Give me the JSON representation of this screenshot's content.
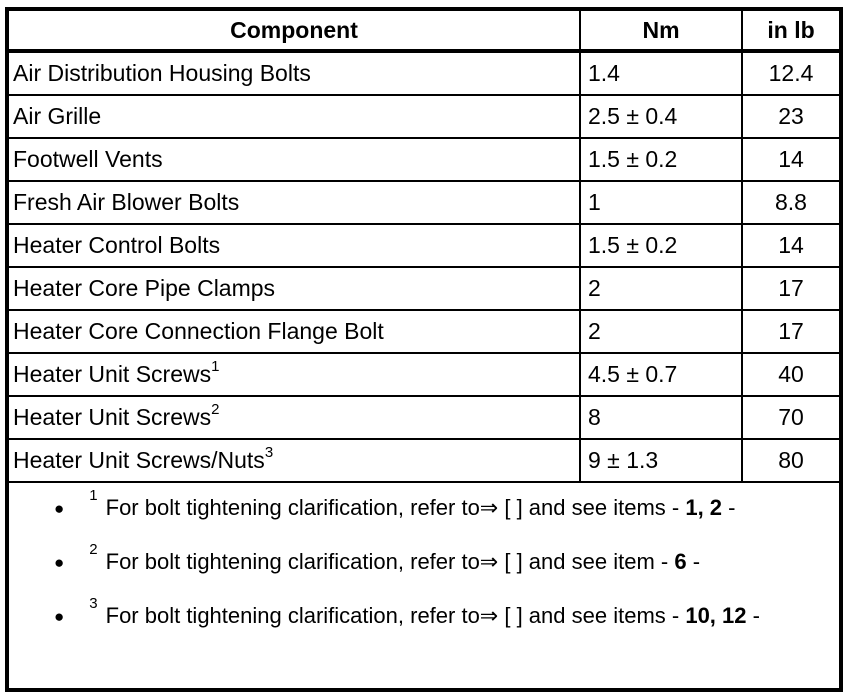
{
  "table": {
    "headers": {
      "component": "Component",
      "nm": "Nm",
      "inlb": "in lb"
    },
    "rows": [
      {
        "component": "Air Distribution Housing Bolts",
        "sup": "",
        "nm": "1.4",
        "inlb": "12.4"
      },
      {
        "component": "Air Grille",
        "sup": "",
        "nm": "2.5 ± 0.4",
        "inlb": "23"
      },
      {
        "component": "Footwell Vents",
        "sup": "",
        "nm": "1.5 ± 0.2",
        "inlb": "14"
      },
      {
        "component": "Fresh Air Blower Bolts",
        "sup": "",
        "nm": "1",
        "inlb": "8.8"
      },
      {
        "component": "Heater Control Bolts",
        "sup": "",
        "nm": "1.5 ± 0.2",
        "inlb": "14"
      },
      {
        "component": "Heater Core Pipe Clamps",
        "sup": "",
        "nm": "2",
        "inlb": "17"
      },
      {
        "component": "Heater Core Connection Flange Bolt",
        "sup": "",
        "nm": "2",
        "inlb": "17"
      },
      {
        "component": "Heater Unit Screws",
        "sup": "1",
        "nm": "4.5 ± 0.7",
        "inlb": "40"
      },
      {
        "component": "Heater Unit Screws",
        "sup": "2",
        "nm": "8",
        "inlb": "70"
      },
      {
        "component": "Heater Unit Screws/Nuts",
        "sup": "3",
        "nm": "9 ± 1.3",
        "inlb": "80"
      }
    ]
  },
  "footnotes": [
    {
      "bullet": "●",
      "sup": "1",
      "prefix": "For bolt tightening clarification, refer to⇒ [ ] and see items - ",
      "bold": "1, 2",
      "suffix": " -"
    },
    {
      "bullet": "●",
      "sup": "2",
      "prefix": "For bolt tightening clarification, refer to⇒ [ ] and see item - ",
      "bold": "6",
      "suffix": " -"
    },
    {
      "bullet": "●",
      "sup": "3",
      "prefix": "For bolt tightening clarification, refer to⇒ [ ] and see items - ",
      "bold": "10, 12",
      "suffix": " -"
    }
  ],
  "colors": {
    "border": "#000000",
    "background": "#ffffff",
    "text": "#000000"
  }
}
